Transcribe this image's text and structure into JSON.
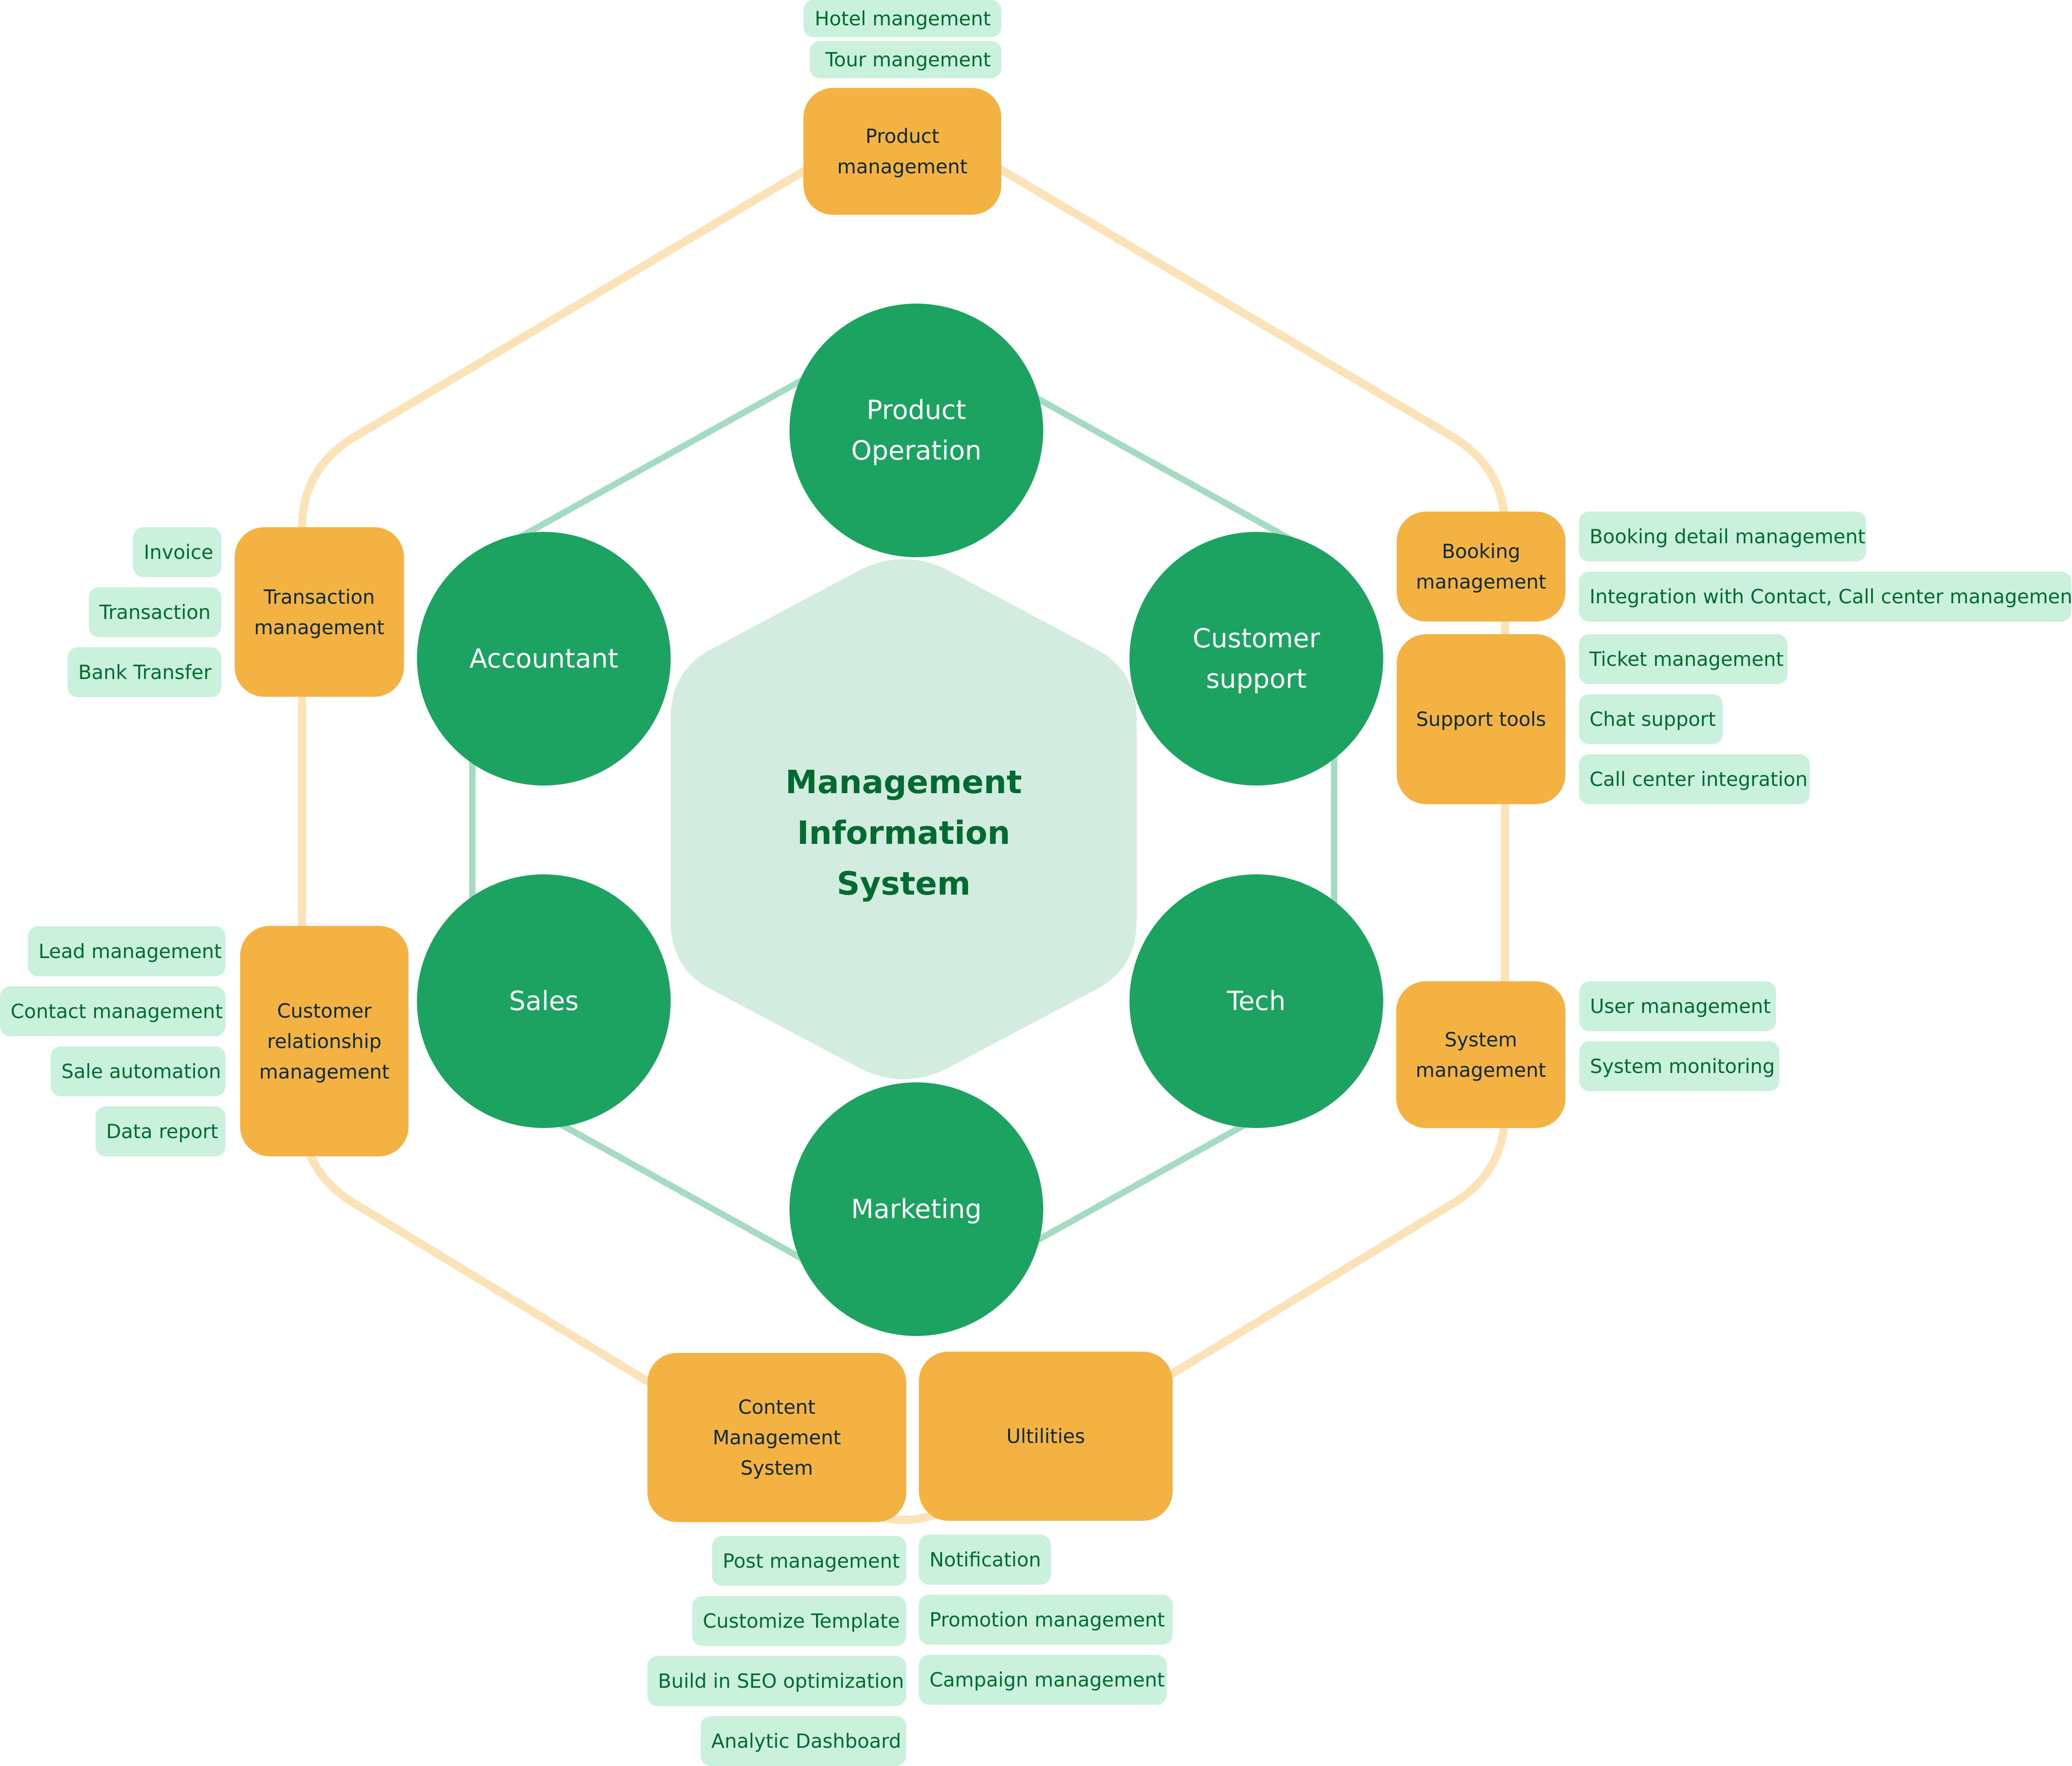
{
  "colors": {
    "hub_fill": "#d2ece0",
    "hub_text": "#006b31",
    "department_fill": "#1ca362",
    "module_fill": "#f3b242",
    "module_text": "#0d2a30",
    "feature_fill": "#c9f1dc",
    "feature_text": "#006b31",
    "inner_ring": "#a6dbc3",
    "outer_ring": "#fbe2b7"
  },
  "hub": {
    "title_lines": [
      "Management",
      "Information",
      "System"
    ]
  },
  "departments": [
    {
      "id": "product-operation",
      "lines": [
        "Product",
        "Operation"
      ]
    },
    {
      "id": "accountant",
      "lines": [
        "Accountant"
      ]
    },
    {
      "id": "customer-support",
      "lines": [
        "Customer",
        "support"
      ]
    },
    {
      "id": "sales",
      "lines": [
        "Sales"
      ]
    },
    {
      "id": "tech",
      "lines": [
        "Tech"
      ]
    },
    {
      "id": "marketing",
      "lines": [
        "Marketing"
      ]
    }
  ],
  "modules": {
    "product_management": {
      "lines": [
        "Product",
        "management"
      ],
      "features": [
        "Hotel mangement",
        "Tour mangement"
      ]
    },
    "transaction_management": {
      "lines": [
        "Transaction",
        "management"
      ],
      "features": [
        "Invoice",
        "Transaction",
        "Bank Transfer"
      ]
    },
    "crm": {
      "lines": [
        "Customer",
        "relationship",
        "management"
      ],
      "features": [
        "Lead management",
        "Contact management",
        "Sale automation",
        "Data report"
      ]
    },
    "booking_management": {
      "lines": [
        "Booking",
        "management"
      ],
      "features": [
        "Booking detail management",
        "Integration with Contact, Call center management"
      ]
    },
    "support_tools": {
      "lines": [
        "Support tools"
      ],
      "features": [
        "Ticket management",
        "Chat support",
        "Call center integration"
      ]
    },
    "system_management": {
      "lines": [
        "System",
        "management"
      ],
      "features": [
        "User management",
        "System monitoring"
      ]
    },
    "cms": {
      "lines": [
        "Content",
        "Management",
        "System"
      ],
      "features": [
        "Post management",
        "Customize Template",
        "Build in SEO optimization",
        "Analytic Dashboard"
      ]
    },
    "utilities": {
      "lines": [
        "Ultilities"
      ],
      "features": [
        "Notification",
        "Promotion management",
        "Campaign management"
      ]
    }
  }
}
